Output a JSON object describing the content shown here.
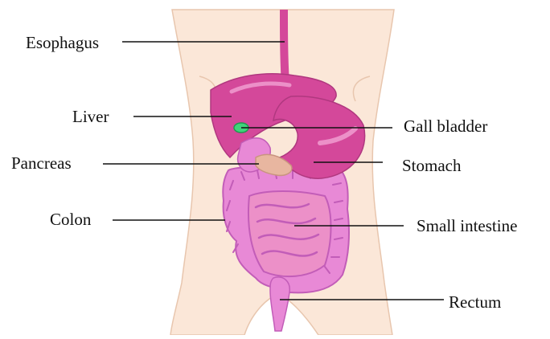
{
  "diagram": {
    "labels": {
      "esophagus": "Esophagus",
      "liver": "Liver",
      "pancreas": "Pancreas",
      "colon": "Colon",
      "gall_bladder": "Gall bladder",
      "stomach": "Stomach",
      "small_intestine": "Small intestine",
      "rectum": "Rectum"
    },
    "colors": {
      "skin": "#fbe7d8",
      "skin_outline": "#e8c6ae",
      "organ": "#d4489a",
      "organ_light": "#ec90c8",
      "intestine": "#e889d6",
      "intestine_dark": "#c25db8",
      "gallbladder": "#3fd47a",
      "pancreas": "#e8b6a0",
      "leader_line": "#111111"
    }
  }
}
